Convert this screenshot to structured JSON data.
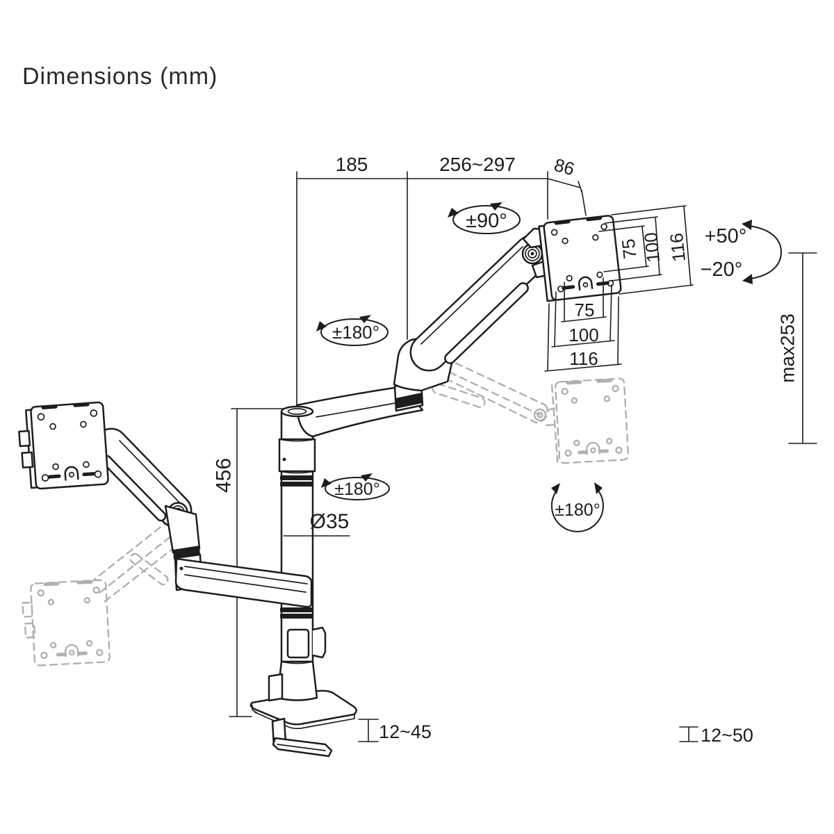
{
  "title": "Dimensions (mm)",
  "dims": {
    "rear_arm_length": "185",
    "front_arm_length": "256~297",
    "head_depth": "86",
    "pole_height": "456",
    "pole_diameter": "Ø35",
    "vesa_side": [
      "75",
      "100",
      "116"
    ],
    "vesa_bottom": [
      "75",
      "100",
      "116"
    ],
    "height_adjust": "max253",
    "clamp_range": "12~45",
    "grommet_range": "12~50"
  },
  "angles": {
    "head_swivel": "±90°",
    "upper_arm_rotation": "±180°",
    "lower_arm_rotation": "±180°",
    "monitor_rotation": "±180°",
    "tilt_up": "+50°",
    "tilt_down": "−20°"
  },
  "colors": {
    "line": "#1d1d1d",
    "ghost": "#adb1b4",
    "background": "#ffffff"
  }
}
